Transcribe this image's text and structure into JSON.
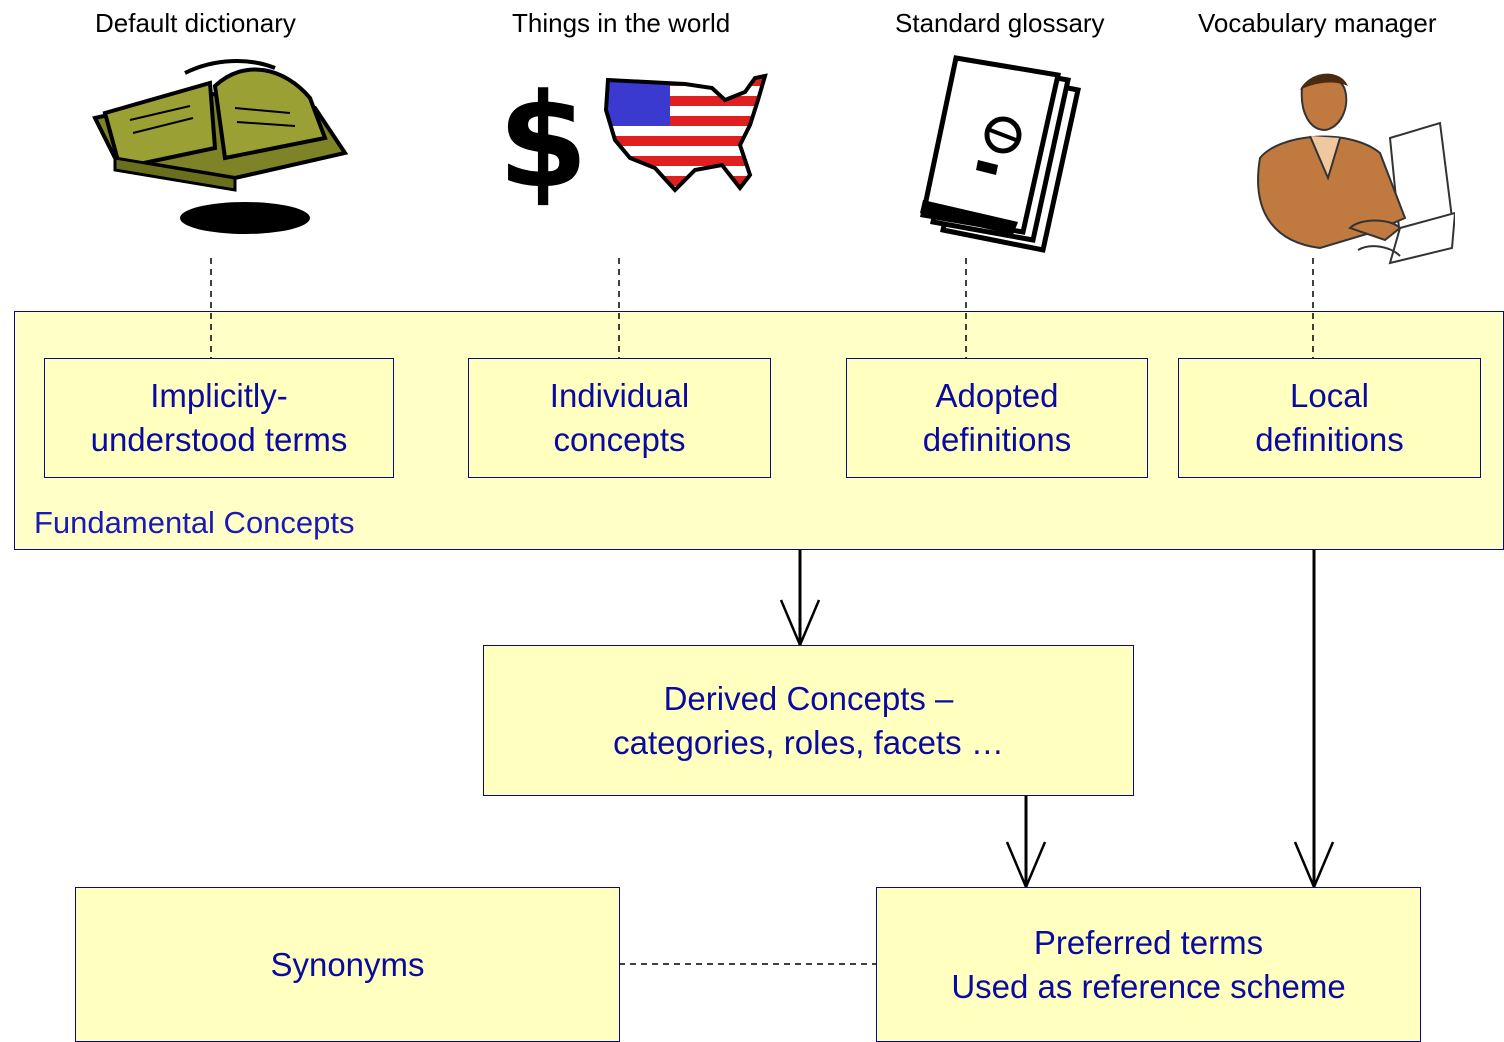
{
  "sources": [
    {
      "label": "Default dictionary",
      "icon": "open-book-icon"
    },
    {
      "label": "Things in the world",
      "icon": "dollar-and-usa-map-icon"
    },
    {
      "label": "Standard glossary",
      "icon": "glossary-document-icon"
    },
    {
      "label": "Vocabulary manager",
      "icon": "person-at-computer-icon"
    }
  ],
  "fundamental": {
    "group_label": "Fundamental Concepts",
    "boxes": [
      {
        "line1": "Implicitly-",
        "line2": "understood terms"
      },
      {
        "line1": "Individual",
        "line2": "concepts"
      },
      {
        "line1": "Adopted",
        "line2": "definitions"
      },
      {
        "line1": "Local",
        "line2": "definitions"
      }
    ]
  },
  "derived": {
    "line1": "Derived Concepts –",
    "line2": "categories, roles, facets …"
  },
  "synonyms": {
    "label": "Synonyms"
  },
  "preferred": {
    "line1": "Preferred terms",
    "line2": "Used as reference scheme"
  },
  "colors": {
    "box_fill": "#ffffc0",
    "box_border": "#0a0a80",
    "box_text": "#0a0aa0",
    "book": "#8a8f2a",
    "flag_red": "#e02020",
    "flag_blue": "#3a3ad0",
    "skin": "#c07a40"
  }
}
